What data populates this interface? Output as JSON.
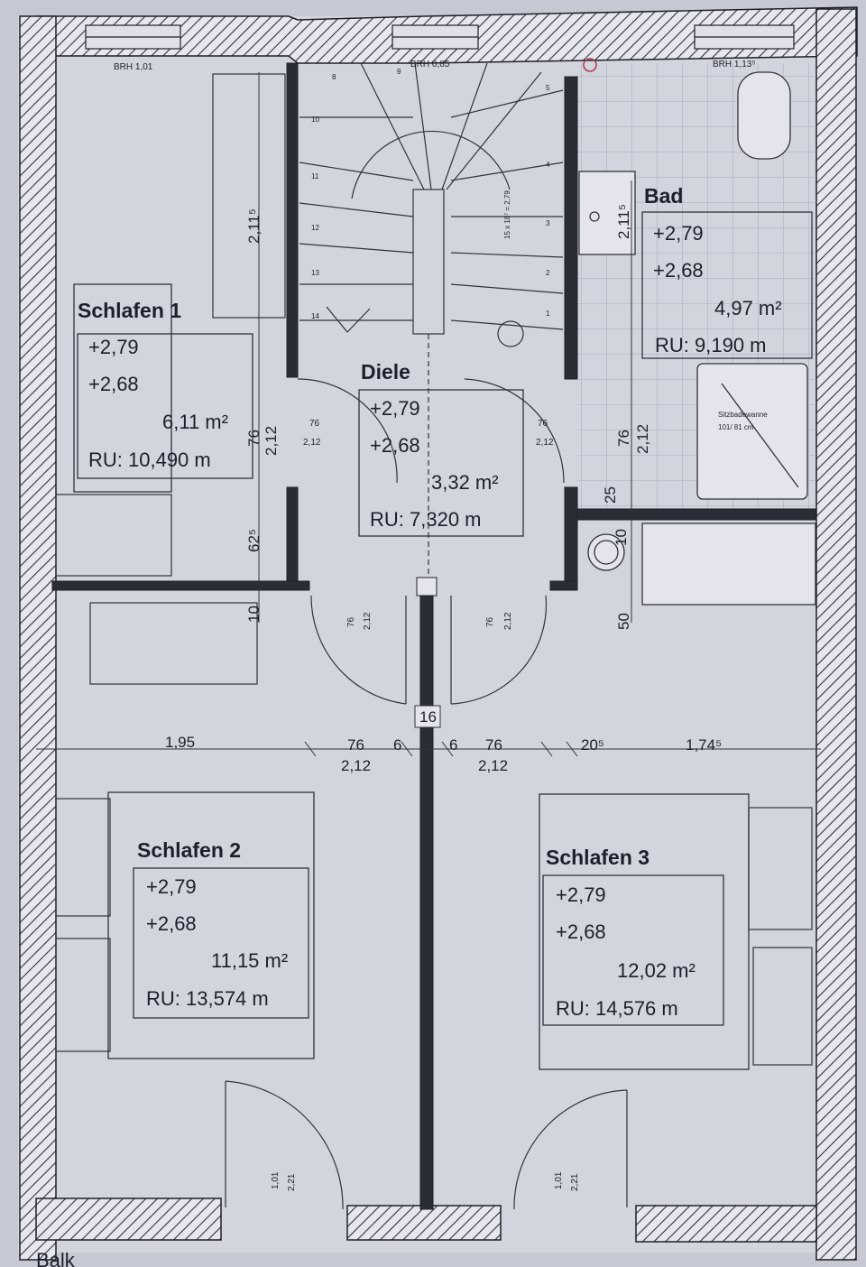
{
  "floor_plan": {
    "rooms": {
      "schlafen1": {
        "name": "Schlafen 1",
        "level_top": "+2,79",
        "level_bottom": "+2,68",
        "area": "6,11 m²",
        "ru": "RU: 10,490 m"
      },
      "diele": {
        "name": "Diele",
        "level_top": "+2,79",
        "level_bottom": "+2,68",
        "area": "3,32 m²",
        "ru": "RU: 7,320 m"
      },
      "bad": {
        "name": "Bad",
        "level_top": "+2,79",
        "level_bottom": "+2,68",
        "area": "4,97 m²",
        "ru": "RU: 9,190 m"
      },
      "schlafen2": {
        "name": "Schlafen 2",
        "level_top": "+2,79",
        "level_bottom": "+2,68",
        "area": "11,15 m²",
        "ru": "RU: 13,574 m"
      },
      "schlafen3": {
        "name": "Schlafen 3",
        "level_top": "+2,79",
        "level_bottom": "+2,68",
        "area": "12,02 m²",
        "ru": "RU: 14,576 m"
      }
    },
    "window_labels": {
      "left": "BRH 1,01",
      "middle": "BRH 0,85",
      "right": "BRH 1,13⁵"
    },
    "bathtub_label": {
      "line1": "Sitzbadewanne",
      "line2": "101/ 81 cm"
    },
    "stair_label": "15 x 18⁷ = 2,79",
    "stair_steps": [
      "1",
      "2",
      "3",
      "4",
      "5",
      "8",
      "9",
      "10",
      "11",
      "12",
      "13",
      "14"
    ],
    "dimensions": {
      "window_height_left": "2,11⁵",
      "window_height_bad": "2,11⁵",
      "s1_wall_76": "76",
      "s1_wall_212": "2,12",
      "s1_door_76": "76",
      "s1_door_212": "2,12",
      "diele_door_76": "76",
      "diele_door_212": "2,12",
      "bad_wall_76": "76",
      "bad_wall_212": "2,12",
      "left_625": "62⁵",
      "left_10": "10",
      "bad_25": "25",
      "bad_10": "10",
      "bad_50": "50",
      "hall_door_l_76": "76",
      "hall_door_l_212": "2,12",
      "hall_door_r_76": "76",
      "hall_door_r_212": "2,12",
      "wall_16": "16",
      "row_195": "1,95",
      "row_76_left": "76",
      "row_212_left": "2,12",
      "row_6_left": "6",
      "row_6_right": "6",
      "row_76_right": "76",
      "row_212_right": "2,12",
      "row_205": "20⁵",
      "row_1745": "1,74⁵",
      "door_s2_101": "1,01",
      "door_s2_221": "2,21",
      "door_s3_101": "1,01",
      "door_s3_221": "2,21"
    },
    "bottom_cut_text": "Balk"
  }
}
